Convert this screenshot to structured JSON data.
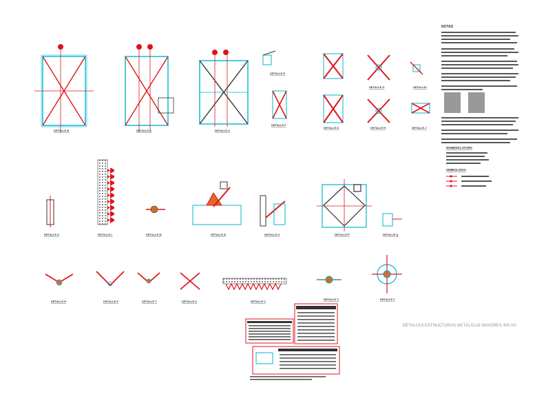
{
  "sheet": {
    "title": "DETALLES ESTRUCTURAS METÁLICAS MAYORES 400 KV",
    "notes_header": "NOTAS",
    "legend_header": "NOMENCLATURA",
    "symbols_header": "SIMBOLOGIA"
  },
  "details_row1": [
    "DETALLE B",
    "DETALLE C",
    "DETALLE A",
    "DETALLE E",
    "DETALLE F",
    "DETALLE D",
    "DETALLE G",
    "DETALLE H",
    "DETALLE I",
    "DETALLE J"
  ],
  "details_row2": [
    "DETALLE K",
    "DETALLE L",
    "DETALLE M",
    "DETALLE N",
    "DETALLE O",
    "DETALLE P",
    "DETALLE Q"
  ],
  "details_row3": [
    "DETALLE R",
    "DETALLE S",
    "DETALLE T",
    "DETALLE U",
    "DETALLE V",
    "DETALLE X",
    "DETALLE Y"
  ],
  "colors": {
    "line_cyan": "#00b7cc",
    "line_red": "#e0141c",
    "line_dark": "#333333",
    "fill_orange": "#d86a2a",
    "title_color": "#444444"
  }
}
